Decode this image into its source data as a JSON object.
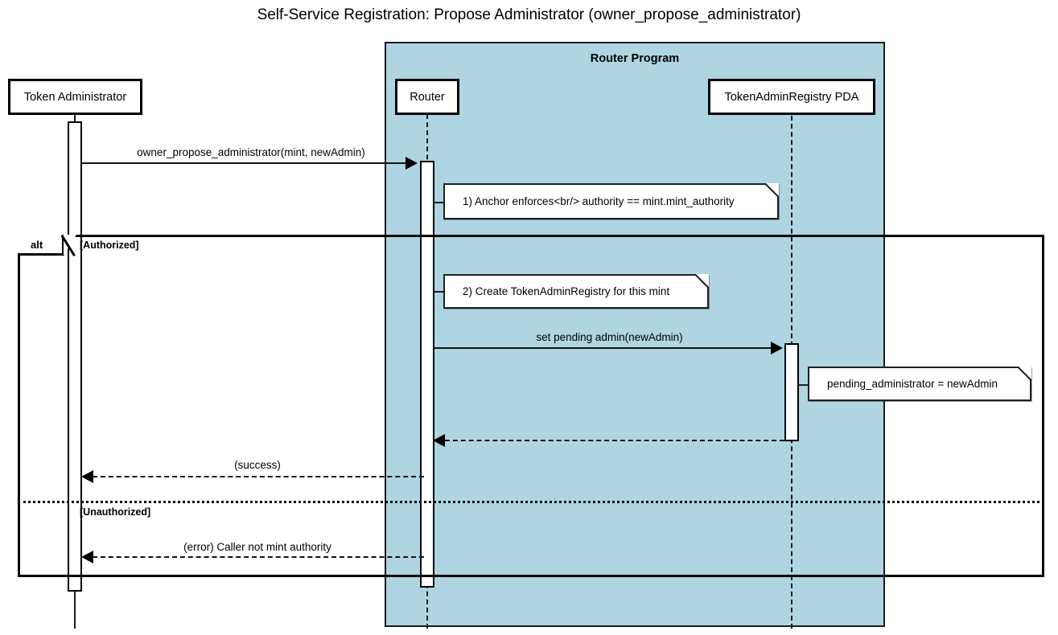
{
  "diagram": {
    "type": "sequence-diagram",
    "title": "Self-Service Registration: Propose Administrator (owner_propose_administrator)",
    "colors": {
      "region_fill": "#aed5e1",
      "stroke": "#000000",
      "note_fill": "#ffffff",
      "canvas": "#ffffff"
    }
  },
  "region": {
    "label": "Router Program"
  },
  "participants": [
    {
      "id": "token-administrator",
      "label": "Token Administrator"
    },
    {
      "id": "router",
      "label": "Router"
    },
    {
      "id": "token-admin-registry-pda",
      "label": "TokenAdminRegistry PDA"
    }
  ],
  "messages": [
    {
      "id": "msg-propose",
      "label": "owner_propose_administrator(mint, newAdmin)",
      "kind": "call",
      "from": "token-administrator",
      "to": "router"
    },
    {
      "id": "msg-set-pending-admin",
      "label": "set pending admin(newAdmin)",
      "kind": "call",
      "from": "router",
      "to": "token-admin-registry-pda"
    },
    {
      "id": "msg-pda-return",
      "label": "",
      "kind": "return",
      "from": "token-admin-registry-pda",
      "to": "router"
    },
    {
      "id": "msg-success",
      "label": "(success)",
      "kind": "return",
      "from": "router",
      "to": "token-administrator"
    },
    {
      "id": "msg-error",
      "label": "(error) Caller not mint authority",
      "kind": "return",
      "from": "router",
      "to": "token-administrator"
    }
  ],
  "notes": [
    {
      "id": "note-anchor-enforces",
      "text": "1) Anchor enforces<br/> authority == mint.mint_authority",
      "attached_to": "router"
    },
    {
      "id": "note-create-registry",
      "text": "2) Create TokenAdminRegistry for this mint",
      "attached_to": "router"
    },
    {
      "id": "note-pending-administrator",
      "text": "pending_administrator = newAdmin",
      "attached_to": "token-admin-registry-pda"
    }
  ],
  "fragment": {
    "operator": "alt",
    "guards": [
      {
        "id": "guard-authorized",
        "label": "[Authorized]"
      },
      {
        "id": "guard-unauthorized",
        "label": "[Unauthorized]"
      }
    ]
  }
}
